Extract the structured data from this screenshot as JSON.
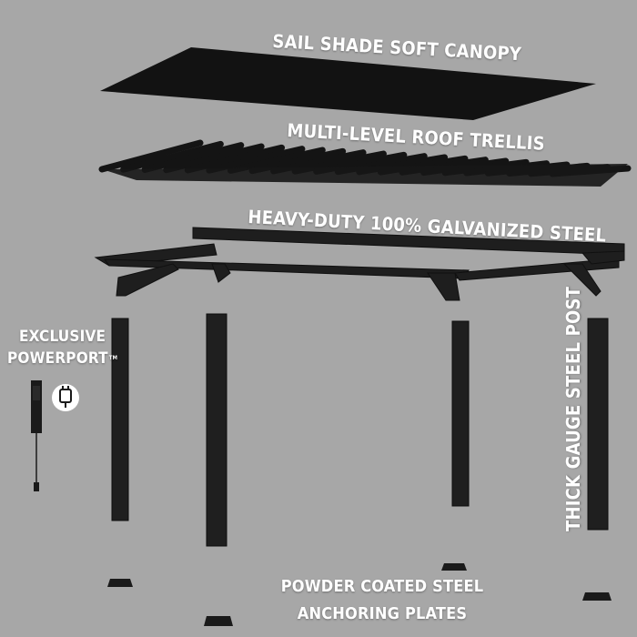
{
  "labels": {
    "canopy": "SAIL SHADE SOFT CANOPY",
    "trellis": "MULTI-LEVEL ROOF TRELLIS",
    "steel": "HEAVY-DUTY 100% GALVANIZED STEEL",
    "powerport_line1": "EXCLUSIVE",
    "powerport_line2": "POWERPORT",
    "powerport_tm": "TM",
    "post": "THICK GAUGE STEEL POST",
    "plates_line1": "POWDER COATED STEEL",
    "plates_line2": "ANCHORING PLATES"
  },
  "colors": {
    "background": "#a7a7a7",
    "metal": "#1e1e1e",
    "label": "#ffffff"
  },
  "icons": {
    "powerport": "power-plug-icon"
  }
}
